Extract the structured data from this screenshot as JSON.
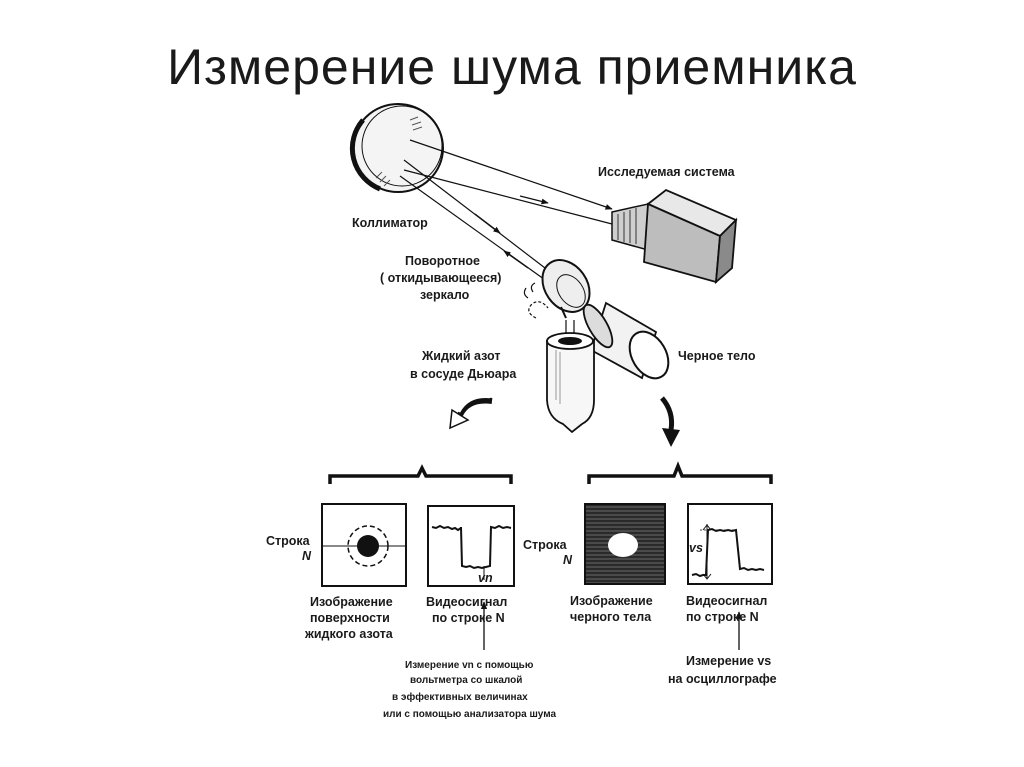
{
  "title": "Измерение шума приемника",
  "labels": {
    "system": "Исследуемая система",
    "collimator": "Коллиматор",
    "mirror_line1": "Поворотное",
    "mirror_line2": "( откидывающееся)",
    "mirror_line3": "зеркало",
    "nitrogen_line1": "Жидкий азот",
    "nitrogen_line2": "в сосуде Дьюара",
    "blackbody": "Черное тело",
    "row_left_1": "Строка",
    "row_left_2": "N",
    "row_right_1": "Строка",
    "row_right_2": "N",
    "img_nitrogen_1": "Изображение",
    "img_nitrogen_2": "поверхности",
    "img_nitrogen_3": "жидкого азота",
    "video_left_1": "Видеосигнал",
    "video_left_2": "по строке N",
    "img_black_1": "Изображение",
    "img_black_2": "черного тела",
    "video_right_1": "Видеосигнал",
    "video_right_2": "по строке N",
    "vn": "vn",
    "vs": "vs",
    "measure_left_1": "Измерение vn с помощью",
    "measure_left_2": "вольтметра со шкалой",
    "measure_left_3": "в эффективных величинах",
    "measure_left_4": "или с помощью анализатора шума",
    "measure_right_1": "Измерение vs",
    "measure_right_2": "на осциллографе"
  }
}
